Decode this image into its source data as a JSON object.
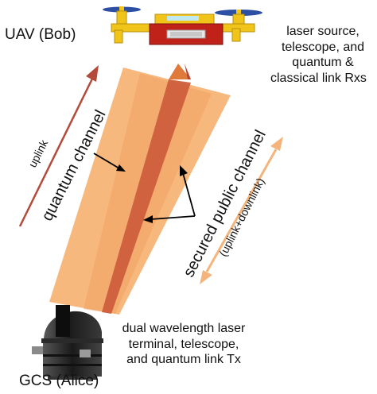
{
  "labels": {
    "uav": "UAV (Bob)",
    "uav_equipment_line1": "laser source,",
    "uav_equipment_line2": "telescope, and",
    "uav_equipment_line3": "quantum &",
    "uav_equipment_line4": "classical link Rxs",
    "uplink": "uplink",
    "quantum_channel": "quantum channel",
    "secured_public_channel": "secured public channel",
    "uplink_downlink": "(uplink+downlink)",
    "gcs_equipment_line1": "dual wavelength laser",
    "gcs_equipment_line2": "terminal, telescope,",
    "gcs_equipment_line3": "and quantum link Tx",
    "gcs": "GCS (Alice)"
  },
  "colors": {
    "beam_outer": "#f6b070",
    "beam_inner": "#cc5b3b",
    "uplink_arrow": "#b34a3a",
    "bidirectional_arrow": "#f4b47c",
    "drone_frame": "#f0c419",
    "drone_body": "#c0221a",
    "propeller": "#2c4fa3",
    "dome": "#1b1b1b"
  }
}
